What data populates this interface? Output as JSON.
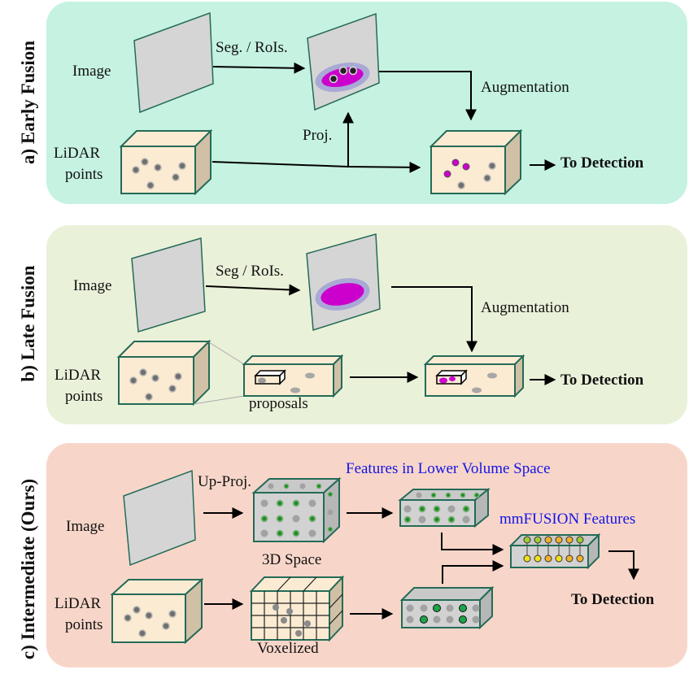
{
  "panels": {
    "early": {
      "title": "a) Early Fusion",
      "image_label": "Image",
      "lidar_label_line1": "LiDAR",
      "lidar_label_line2": "points",
      "seg_label": "Seg. / RoIs.",
      "proj_label": "Proj.",
      "augmentation_label": "Augmentation",
      "output_label": "To Detection"
    },
    "late": {
      "title": "b) Late Fusion",
      "image_label": "Image",
      "lidar_label_line1": "LiDAR",
      "lidar_label_line2": "points",
      "seg_label": "Seg / RoIs.",
      "augmentation_label": "Augmentation",
      "proposals_label": "proposals",
      "output_label": "To Detection"
    },
    "intermediate": {
      "title": "c) Intermediate (Ours)",
      "image_label": "Image",
      "lidar_label_line1": "LiDAR",
      "lidar_label_line2": "points",
      "upproj_label": "Up-Proj.",
      "space3d_label": "3D Space",
      "voxelized_label": "Voxelized",
      "lower_volume_label": "Features in Lower Volume Space",
      "mmfusion_label": "mmFUSION Features",
      "output_label": "To Detection"
    }
  },
  "colors": {
    "early_bg": "#c6f2e2",
    "late_bg": "#eaf1d9",
    "intermediate_bg": "#f7d6c9",
    "box_face": "#fbebd2",
    "box_side": "#cfc0a6",
    "box_edge": "#246b57",
    "plane_fill": "#d5d5d5",
    "magenta": "#cc00cc",
    "blue_text": "#1414e6"
  }
}
